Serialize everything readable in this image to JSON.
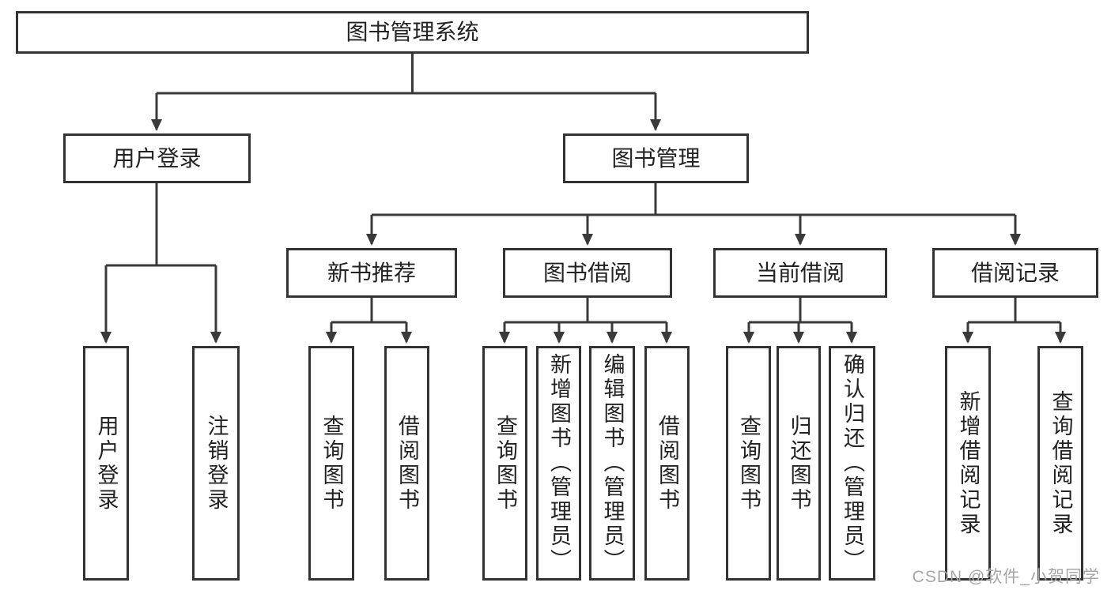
{
  "diagram": {
    "title": "图书管理系统",
    "nodes": {
      "root": {
        "label": "图书管理系统"
      },
      "level2": [
        {
          "id": "user-login",
          "label": "用户登录"
        },
        {
          "id": "book-management",
          "label": "图书管理"
        }
      ],
      "level3": [
        {
          "id": "new-book-recommend",
          "label": "新书推荐"
        },
        {
          "id": "book-borrowing",
          "label": "图书借阅"
        },
        {
          "id": "current-borrowing",
          "label": "当前借阅"
        },
        {
          "id": "borrowing-records",
          "label": "借阅记录"
        }
      ],
      "leaves": {
        "user_login": [
          {
            "label": "用户登录"
          },
          {
            "label": "注销登录"
          }
        ],
        "new_book_recommend": [
          {
            "label": "查询图书"
          },
          {
            "label": "借阅图书"
          }
        ],
        "book_borrowing": [
          {
            "label": "查询图书"
          },
          {
            "label": "新增图书（管理员）"
          },
          {
            "label": "编辑图书（管理员）"
          },
          {
            "label": "借阅图书"
          }
        ],
        "current_borrowing": [
          {
            "label": "查询图书"
          },
          {
            "label": "归还图书"
          },
          {
            "label": "确认归还（管理员）"
          }
        ],
        "borrowing_records": [
          {
            "label": "新增借阅记录"
          },
          {
            "label": "查询借阅记录"
          }
        ]
      }
    },
    "colors": {
      "line": "#3a3a3a",
      "box_border": "#333333",
      "box_fill": "#ffffff",
      "text": "#222222",
      "watermark": "#a6a6a6",
      "background": "#ffffff"
    }
  },
  "watermark": {
    "text": "CSDN @软件_小贺同学"
  }
}
